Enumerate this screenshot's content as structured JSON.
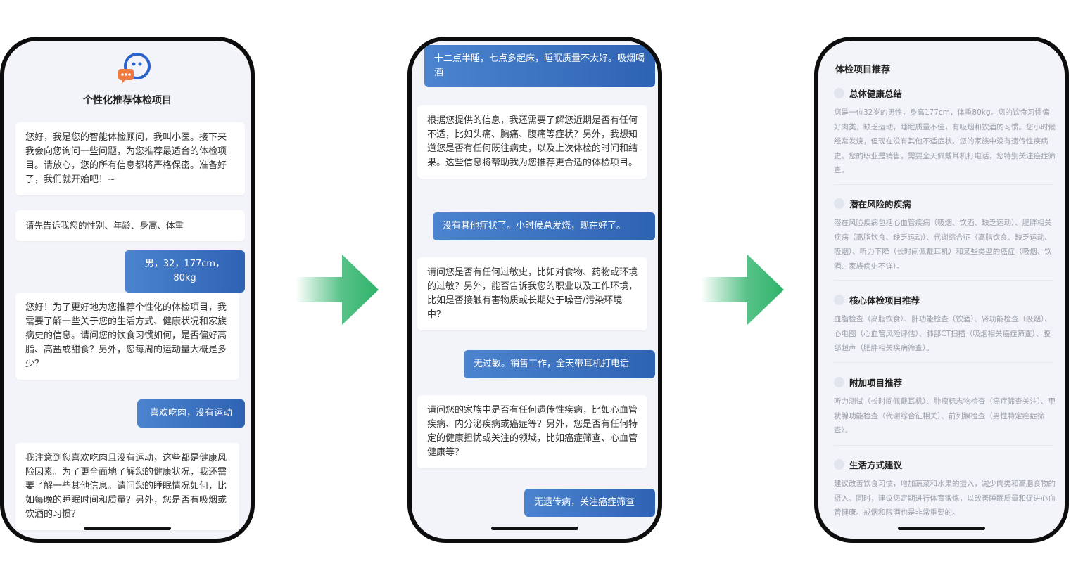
{
  "phone1": {
    "title": "个性化推荐体检项目",
    "intro": "您好，我是您的智能体检顾问，我叫小医。接下来我会向您询问一些问题，为您推荐最适合的体检项目。请放心，您的所有信息都将严格保密。准备好了，我们就开始吧！~",
    "q1": "请先告诉我您的性别、年龄、身高、体重",
    "a1": "男，32，177cm，80kg",
    "q2": "您好！为了更好地为您推荐个性化的体检项目，我需要了解一些关于您的生活方式、健康状况和家族病史的信息。请问您的饮食习惯如何，是否偏好高脂、高盐或甜食？另外，您每周的运动量大概是多少？",
    "a2": "喜欢吃肉，没有运动",
    "q3": "我注意到您喜欢吃肉且没有运动，这些都是健康风险因素。为了更全面地了解您的健康状况，我还需要了解一些其他信息。请问您的睡眠情况如何，比如每晚的睡眠时间和质量？另外，您是否有吸烟或饮酒的习惯？"
  },
  "phone2": {
    "a0": "十二点半睡，七点多起床，睡眠质量不太好。吸烟喝酒",
    "q1": "根据您提供的信息，我还需要了解您近期是否有任何不适，比如头痛、胸痛、腹痛等症状？另外，我想知道您是否有任何既往病史，以及上次体检的时间和结果。这些信息将帮助我为您推荐更合适的体检项目。",
    "a1": "没有其他症状了。小时候总发烧，现在好了。",
    "q2": "请问您是否有任何过敏史，比如对食物、药物或环境的过敏？另外，能否告诉我您的职业以及工作环境，比如是否接触有害物质或长期处于噪音/污染环境中？",
    "a2": "无过敏。销售工作，全天带耳机打电话",
    "q3": "请问您的家族中是否有任何遗传性疾病，比如心血管疾病、内分泌疾病或癌症等？另外，您是否有任何特定的健康担忧或关注的领域，比如癌症筛查、心血管健康等？",
    "a3": "无遗传病，关注癌症筛查"
  },
  "phone3": {
    "title": "体检项目推荐",
    "sections": [
      {
        "heading": "总体健康总结",
        "body": "您是一位32岁的男性，身高177cm，体重80kg。您的饮食习惯偏好肉类，缺乏运动，睡眠质量不佳，有吸烟和饮酒的习惯。您小时候经常发烧，但现在没有其他不适症状。您的家族中没有遗传性疾病史。您的职业是销售，需要全天佩戴耳机打电话，您特别关注癌症筛查。"
      },
      {
        "heading": "潜在风险的疾病",
        "body": "潜在风险疾病包括心血管疾病（吸烟、饮酒、缺乏运动）、肥胖相关疾病（高脂饮食、缺乏运动）、代谢综合征（高脂饮食、缺乏运动、吸烟）、听力下降（长时间佩戴耳机）和某些类型的癌症（吸烟、饮酒、家族病史不详）。"
      },
      {
        "heading": "核心体检项目推荐",
        "body": "血脂检查（高脂饮食）、肝功能检查（饮酒）、肾功能检查（吸烟）、心电图（心血管风险评估）、肺部CT扫描（吸烟相关癌症筛查）、腹部超声（肥胖相关疾病筛查）。"
      },
      {
        "heading": "附加项目推荐",
        "body": "听力测试（长时间佩戴耳机）、肿瘤标志物检查（癌症筛查关注）、甲状腺功能检查（代谢综合征相关）、前列腺检查（男性特定癌症筛查）。"
      },
      {
        "heading": "生活方式建议",
        "body": "建议改善饮食习惯，增加蔬菜和水果的摄入，减少肉类和高脂食物的摄入。同时，建议您定期进行体育锻炼，以改善睡眠质量和促进心血管健康。戒烟和限酒也是非常重要的。"
      }
    ]
  },
  "colors": {
    "user_bubble_start": "#4c84cf",
    "user_bubble_end": "#2e63b3",
    "arrow_green": "#2fb36a",
    "screen_bg": "#f3f4f9"
  }
}
